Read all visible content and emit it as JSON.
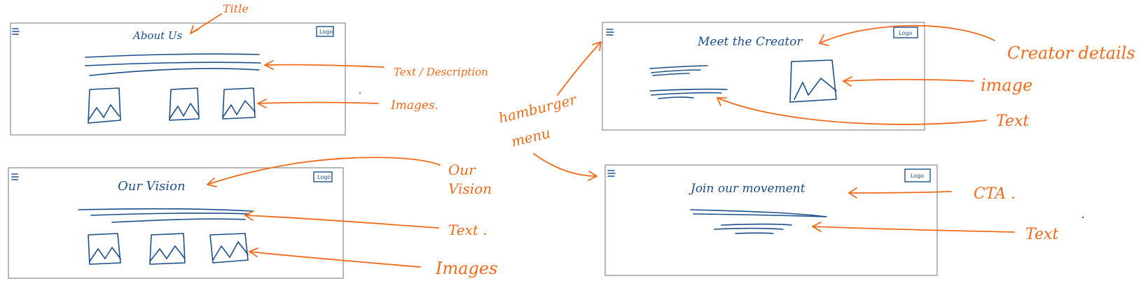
{
  "wireframes": {
    "about": {
      "title": "About Us",
      "logo": "Logo"
    },
    "vision": {
      "title": "Our Vision",
      "logo": "Logo"
    },
    "creator": {
      "title": "Meet the Creator",
      "logo": "Logo"
    },
    "join": {
      "title": "Join our movement",
      "logo": "Logo"
    }
  },
  "annotations": {
    "title": "Title",
    "text_description": "Text / Description",
    "images_1": "Images.",
    "our_vision_1": "Our",
    "our_vision_2": "Vision",
    "text_1": "Text .",
    "images_2": "Images",
    "hamburger_1": "hamburger",
    "hamburger_2": "menu",
    "creator_details": "Creator details",
    "image": "image",
    "text_2": "Text",
    "cta": "CTA .",
    "text_3": "Text"
  },
  "colors": {
    "ink_blue": "#1b4f8a",
    "annotation_orange": "#f26a1b",
    "frame_gray": "#8a8a8a"
  }
}
